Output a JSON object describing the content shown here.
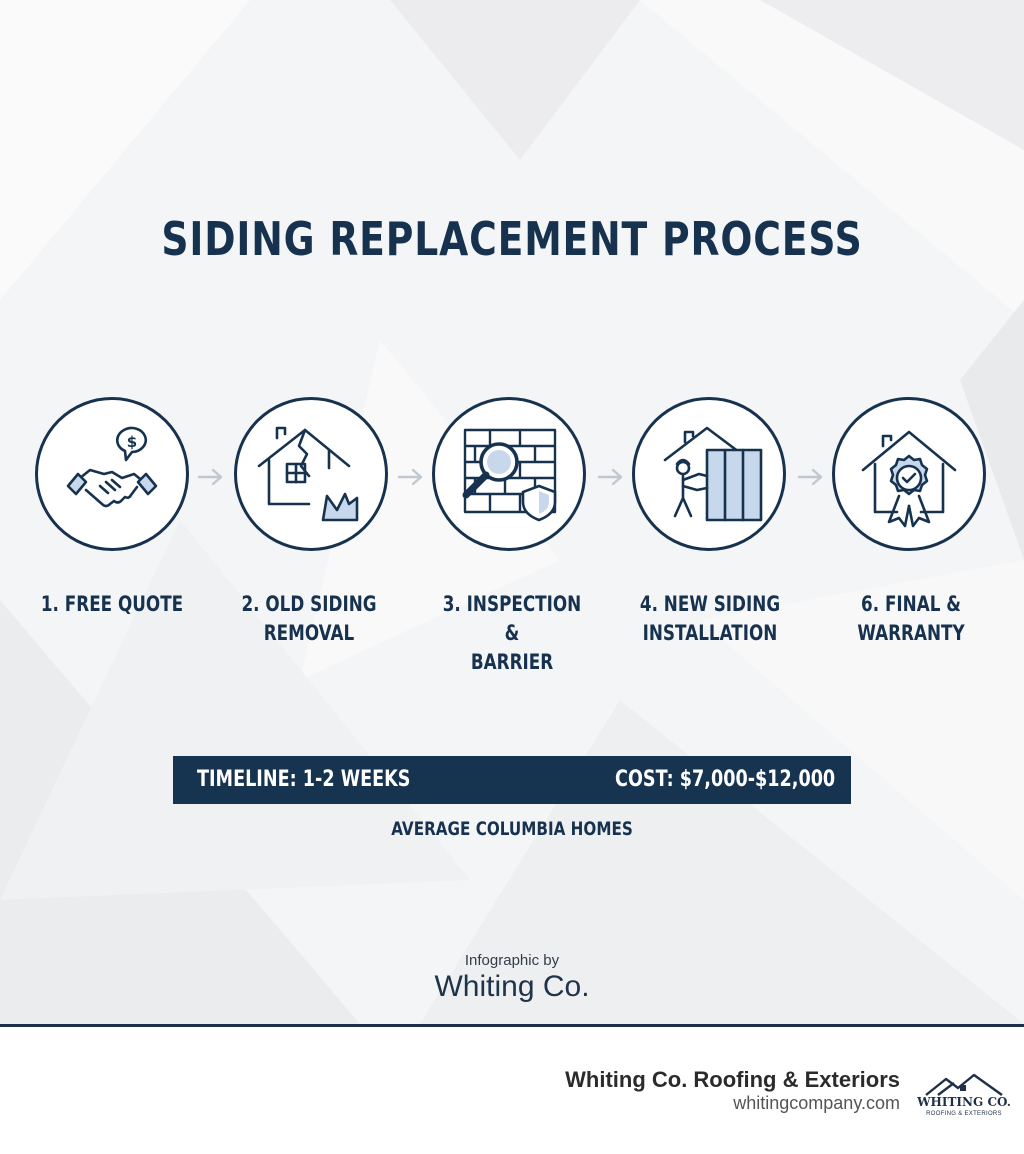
{
  "title": "SIDING REPLACEMENT PROCESS",
  "colors": {
    "navy": "#17324f",
    "light_blue": "#c8d8ec",
    "arrow": "#c2c8cf",
    "background": "#f4f5f6"
  },
  "steps": [
    {
      "icon": "handshake-quote-icon",
      "label_line1": "1. FREE QUOTE",
      "label_line2": ""
    },
    {
      "icon": "broken-house-icon",
      "label_line1": "2. OLD SIDING",
      "label_line2": "REMOVAL"
    },
    {
      "icon": "brick-wall-inspection-icon",
      "label_line1": "3. INSPECTION &",
      "label_line2": "BARRIER"
    },
    {
      "icon": "worker-installing-siding-icon",
      "label_line1": "4. NEW SIDING",
      "label_line2": "INSTALLATION"
    },
    {
      "icon": "house-warranty-badge-icon",
      "label_line1": "6. FINAL &",
      "label_line2": "WARRANTY"
    }
  ],
  "info_bar": {
    "timeline": "TIMELINE: 1-2 WEEKS",
    "cost": "COST: $7,000-$12,000"
  },
  "subnote": "AVERAGE COLUMBIA HOMES",
  "credit": {
    "prefix": "Infographic by",
    "name": "Whiting Co."
  },
  "footer": {
    "company": "Whiting Co. Roofing & Exteriors",
    "url": "whitingcompany.com",
    "logo_name": "WHITING CO.",
    "logo_sub": "ROOFING & EXTERIORS",
    "logo_icon": "roofline-logo-icon"
  }
}
